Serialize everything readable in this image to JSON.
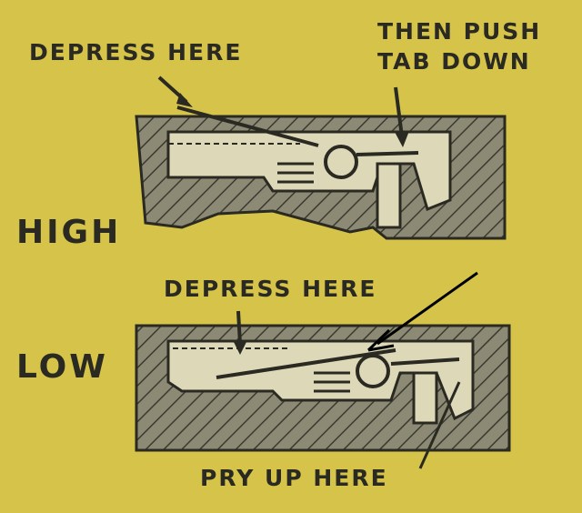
{
  "title": "Choke adjustment diagram",
  "labels": {
    "high_depress": "DEPRESS HERE",
    "high_push_line1": "THEN PUSH",
    "high_push_line2": "TAB DOWN",
    "high": "HIGH",
    "low_depress": "DEPRESS HERE",
    "low": "LOW",
    "pry": "PRY UP HERE"
  },
  "colors": {
    "background": "#d6c44a",
    "ink": "#2a2a22",
    "body": "#8c8a74",
    "cavity": "#ddd8b8"
  }
}
